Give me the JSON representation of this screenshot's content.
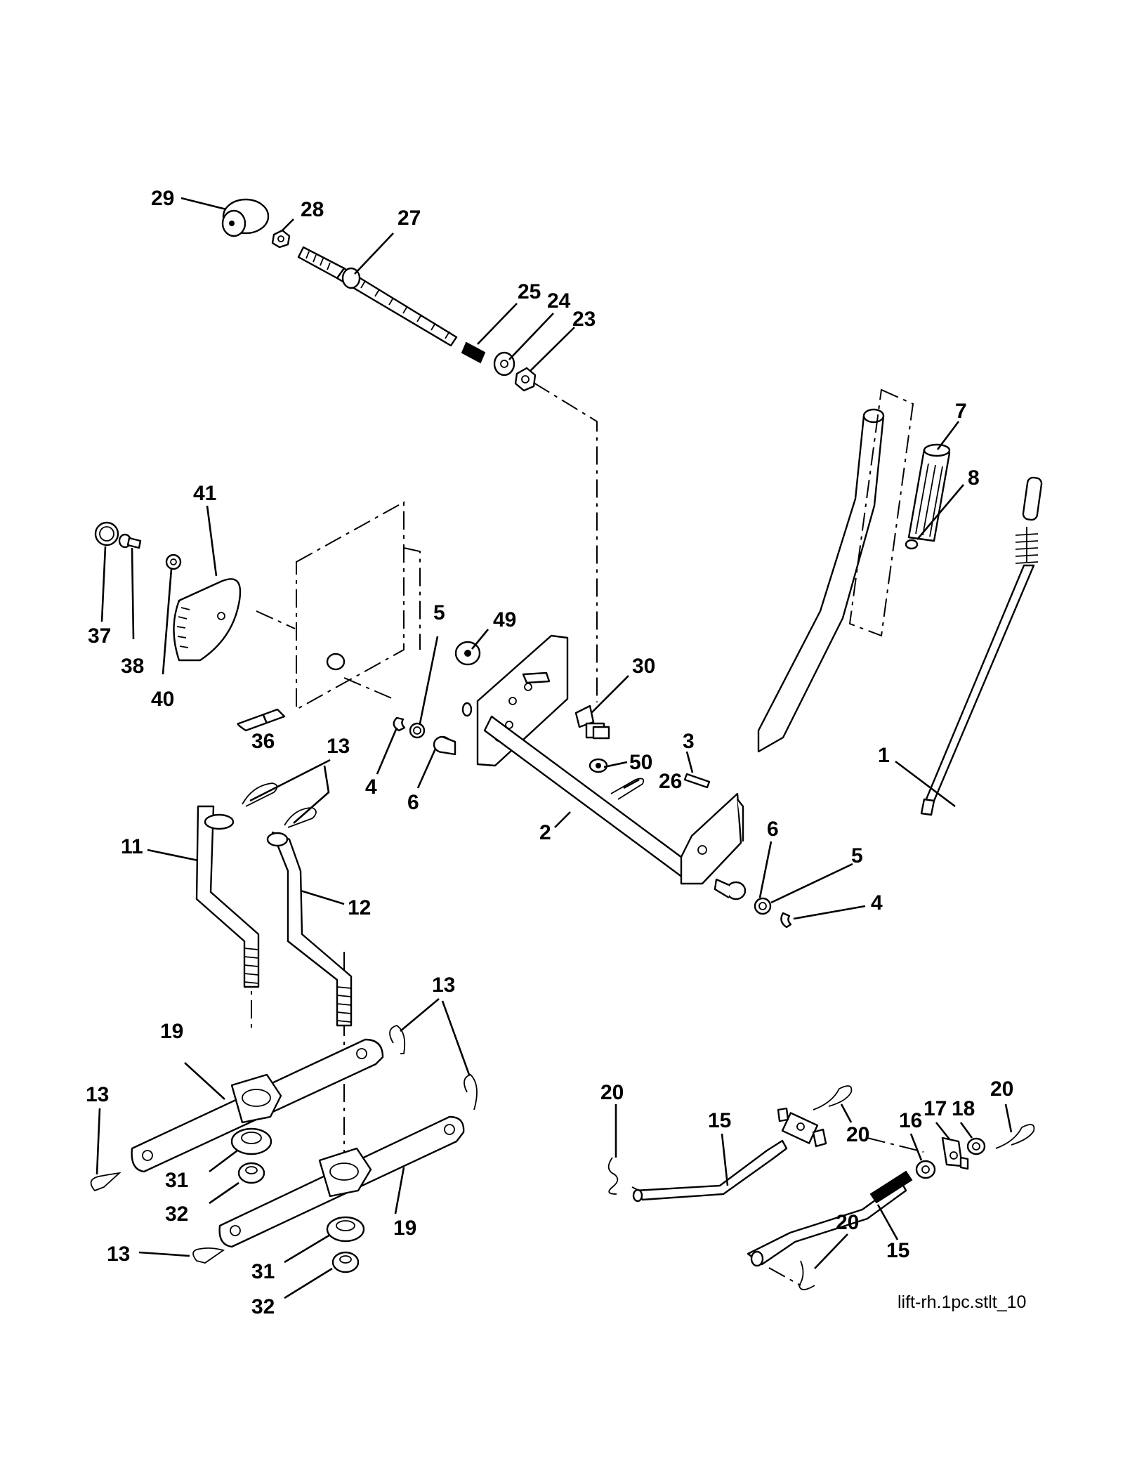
{
  "caption": "lift-rh.1pc.stlt_10",
  "callouts": [
    {
      "label": "29"
    },
    {
      "label": "28"
    },
    {
      "label": "27"
    },
    {
      "label": "25"
    },
    {
      "label": "24"
    },
    {
      "label": "23"
    },
    {
      "label": "7"
    },
    {
      "label": "8"
    },
    {
      "label": "41"
    },
    {
      "label": "37"
    },
    {
      "label": "38"
    },
    {
      "label": "40"
    },
    {
      "label": "5"
    },
    {
      "label": "49"
    },
    {
      "label": "30"
    },
    {
      "label": "1"
    },
    {
      "label": "36"
    },
    {
      "label": "13"
    },
    {
      "label": "4"
    },
    {
      "label": "6"
    },
    {
      "label": "50"
    },
    {
      "label": "3"
    },
    {
      "label": "26"
    },
    {
      "label": "2"
    },
    {
      "label": "6"
    },
    {
      "label": "5"
    },
    {
      "label": "4"
    },
    {
      "label": "11"
    },
    {
      "label": "12"
    },
    {
      "label": "13"
    },
    {
      "label": "19"
    },
    {
      "label": "13"
    },
    {
      "label": "31"
    },
    {
      "label": "32"
    },
    {
      "label": "19"
    },
    {
      "label": "13"
    },
    {
      "label": "31"
    },
    {
      "label": "32"
    },
    {
      "label": "20"
    },
    {
      "label": "15"
    },
    {
      "label": "20"
    },
    {
      "label": "16"
    },
    {
      "label": "17"
    },
    {
      "label": "18"
    },
    {
      "label": "20"
    },
    {
      "label": "20"
    },
    {
      "label": "15"
    }
  ]
}
